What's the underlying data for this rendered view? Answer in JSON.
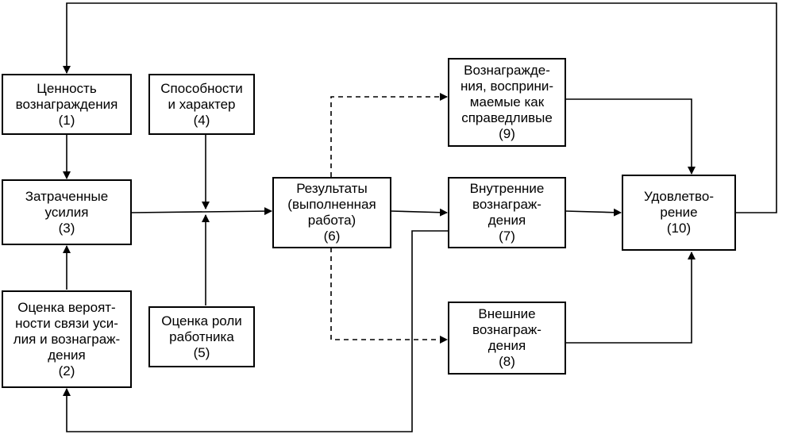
{
  "nodes": {
    "n1": {
      "lines": [
        "Ценность",
        "вознаграждения",
        "(1)"
      ]
    },
    "n2": {
      "lines": [
        "Оценка вероят-",
        "ности связи уси-",
        "лия и вознаграж-",
        "дения",
        "(2)"
      ]
    },
    "n3": {
      "lines": [
        "Затраченные",
        "усилия",
        "(3)"
      ]
    },
    "n4": {
      "lines": [
        "Способности",
        "и характер",
        "(4)"
      ]
    },
    "n5": {
      "lines": [
        "Оценка роли",
        "работника",
        "(5)"
      ]
    },
    "n6": {
      "lines": [
        "Результаты",
        "(выполненная",
        "работа)",
        "(6)"
      ]
    },
    "n7": {
      "lines": [
        "Внутренние",
        "вознаграж-",
        "дения",
        "(7)"
      ]
    },
    "n8": {
      "lines": [
        "Внешние",
        "вознаграж-",
        "дения",
        "(8)"
      ]
    },
    "n9": {
      "lines": [
        "Вознагражде-",
        "ния, восприни-",
        "маемые как",
        "справедливые",
        "(9)"
      ]
    },
    "n10": {
      "lines": [
        "Удовлетво-",
        "рение",
        "(10)"
      ]
    }
  }
}
